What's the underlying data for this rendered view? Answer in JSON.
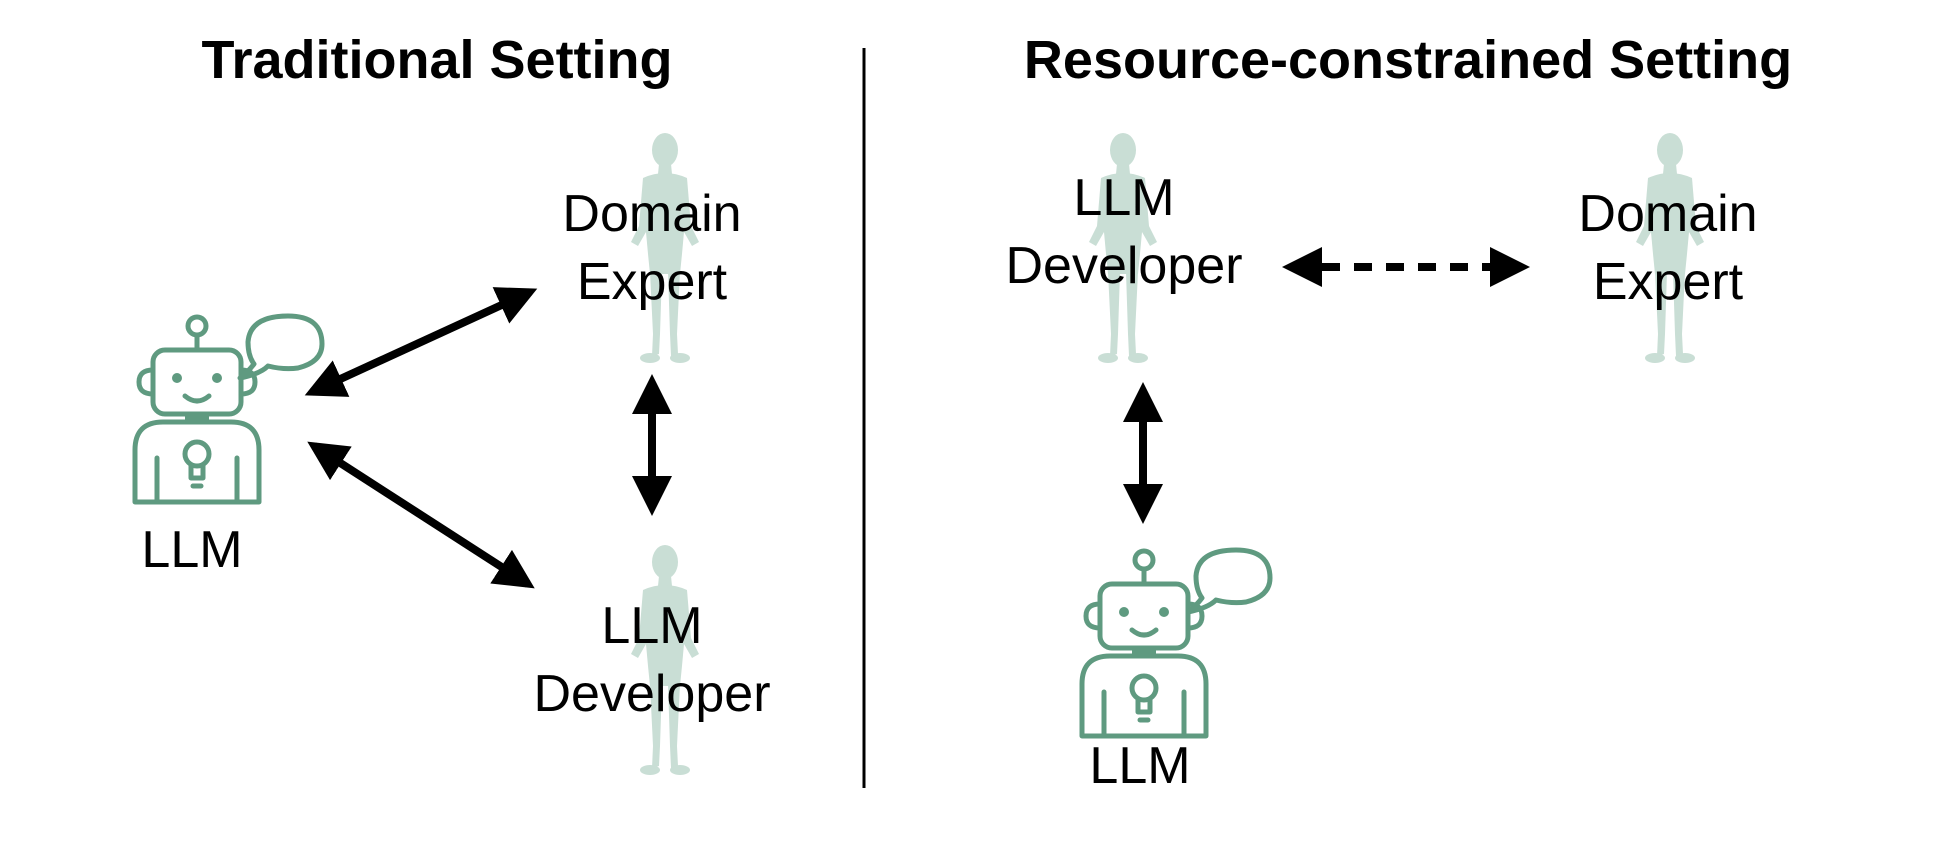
{
  "colors": {
    "accent": "#5f9a80",
    "silhouette": "#c9ded5",
    "ink": "#000000"
  },
  "icons": {
    "person": "person-silhouette-icon",
    "robot": "robot-icon",
    "speech": "speech-bubble-icon"
  },
  "traditional": {
    "title": "Traditional Setting",
    "llm_label": "LLM",
    "domain_expert": {
      "line1": "Domain",
      "line2": "Expert"
    },
    "llm_developer": {
      "line1": "LLM",
      "line2": "Developer"
    }
  },
  "resource_constrained": {
    "title": "Resource-constrained Setting",
    "llm_label": "LLM",
    "domain_expert": {
      "line1": "Domain",
      "line2": "Expert"
    },
    "llm_developer": {
      "line1": "LLM",
      "line2": "Developer"
    }
  }
}
